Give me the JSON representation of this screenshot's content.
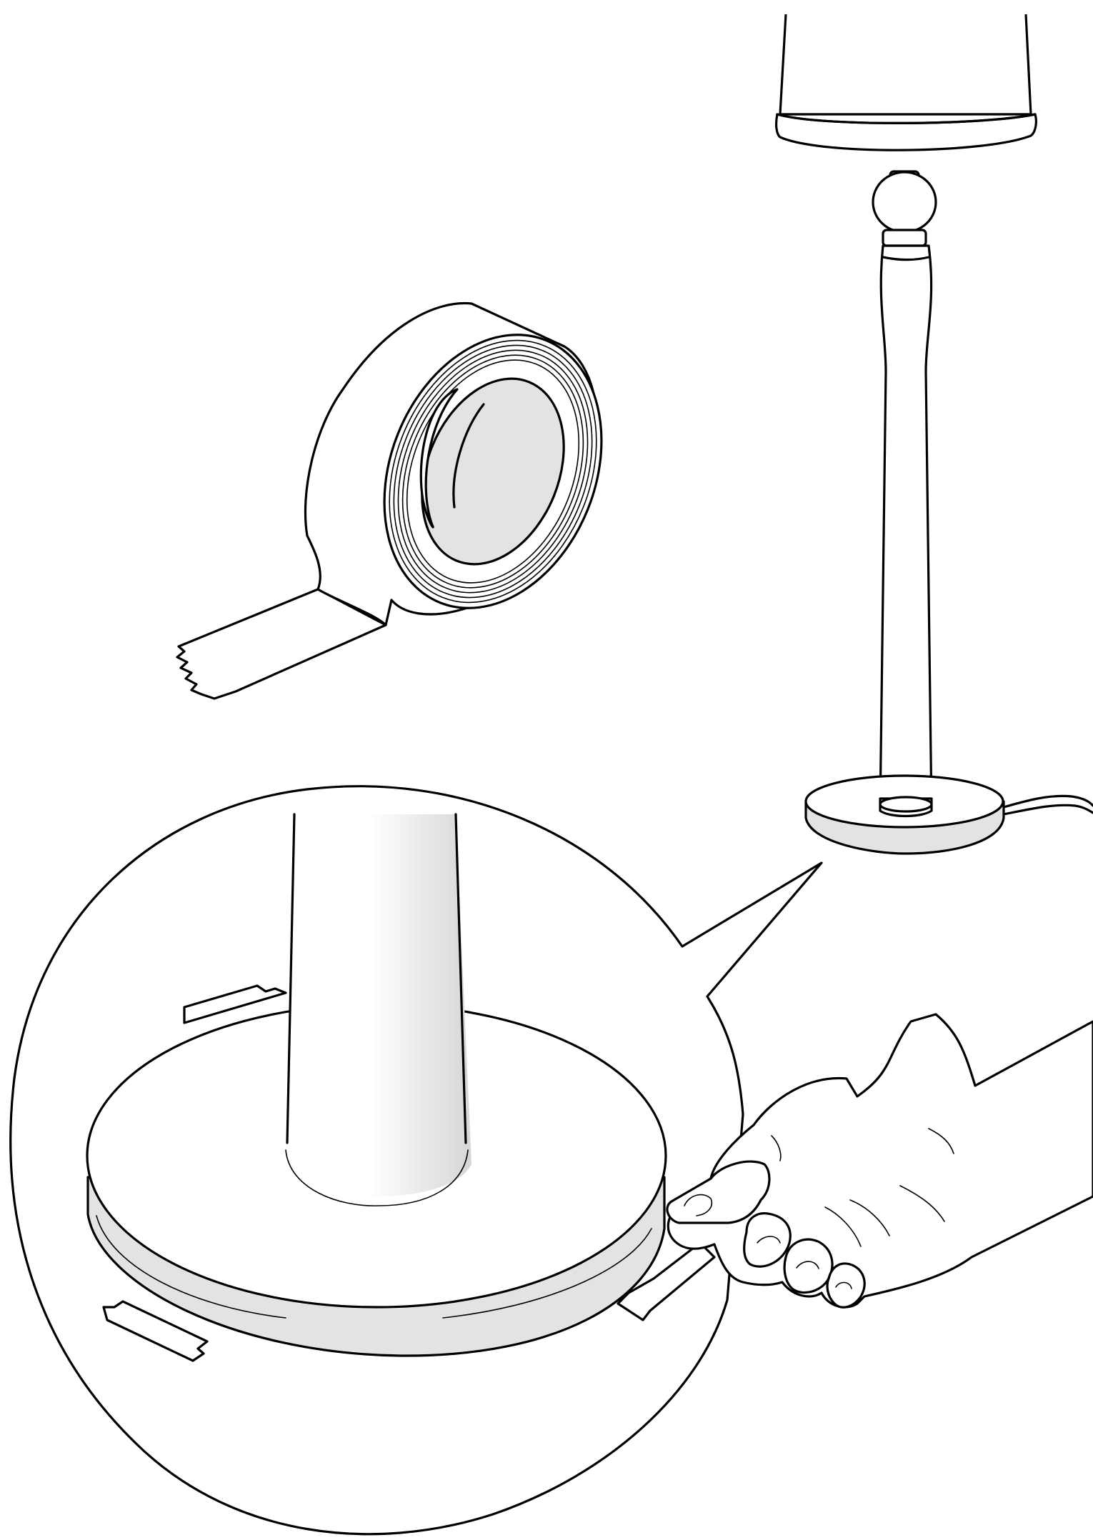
{
  "figure": {
    "background": "#ffffff",
    "line_color": "#000000",
    "shade_color": "#e3e3e3",
    "parts": [
      "tape-roll",
      "floor-lamp",
      "detail-callout",
      "lamp-base-closeup",
      "hand",
      "tape-strips"
    ]
  }
}
